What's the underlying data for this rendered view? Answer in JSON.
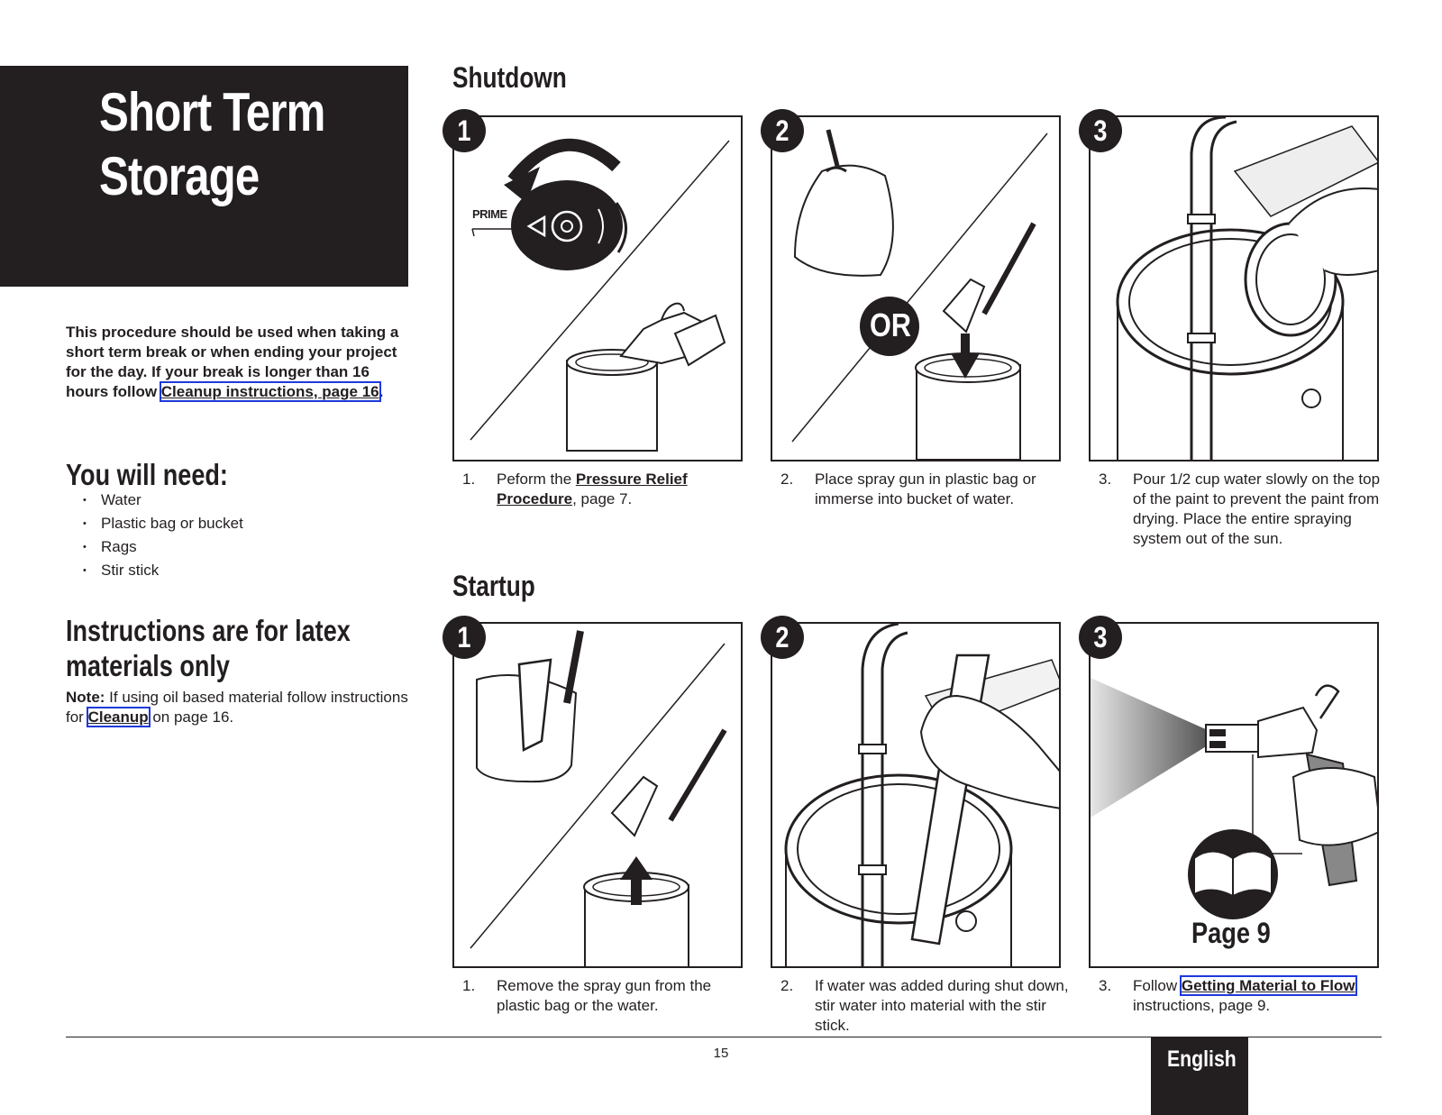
{
  "title": {
    "line1": "Short Term",
    "line2": "Storage"
  },
  "intro": {
    "text": "This procedure should be used when taking a short term break or when ending your project for the day. If your break is longer than 16 hours follow ",
    "link": "Cleanup instructions, page 16",
    "end": "."
  },
  "need": {
    "heading": "You will need:",
    "items": [
      "Water",
      "Plastic bag or bucket",
      "Rags",
      "Stir stick"
    ]
  },
  "latex": {
    "heading": "Instructions are for latex materials only",
    "note_label": "Note:",
    "note_text": " If using oil based material follow instructions for ",
    "note_link": "Cleanup",
    "note_end": " on page 16."
  },
  "shutdown": {
    "heading": "Shutdown",
    "steps": [
      {
        "num": "1",
        "label": "PRIME",
        "cap_num": "1.",
        "cap_pre": "Peform the ",
        "cap_link": "Pressure Relief Procedure",
        "cap_post": ", page 7."
      },
      {
        "num": "2",
        "label": "OR",
        "cap_num": "2.",
        "cap_text": "Place spray gun in plastic bag or immerse into bucket of water."
      },
      {
        "num": "3",
        "cap_num": "3.",
        "cap_text": "Pour 1/2 cup water slowly on the top of the paint to prevent the paint from drying.  Place the entire spraying system out of the sun."
      }
    ]
  },
  "startup": {
    "heading": "Startup",
    "steps": [
      {
        "num": "1",
        "cap_num": "1.",
        "cap_text": "Remove the spray gun from the plastic bag or the water."
      },
      {
        "num": "2",
        "cap_num": "2.",
        "cap_text": "If water was added during shut down, stir water into material with the stir stick."
      },
      {
        "num": "3",
        "label": "Page 9",
        "cap_num": "3.",
        "cap_pre": "Follow ",
        "cap_link": "Getting Material to Flow",
        "cap_post": " instructions, page 9."
      }
    ]
  },
  "footer": {
    "page_number": "15",
    "language": "English"
  }
}
